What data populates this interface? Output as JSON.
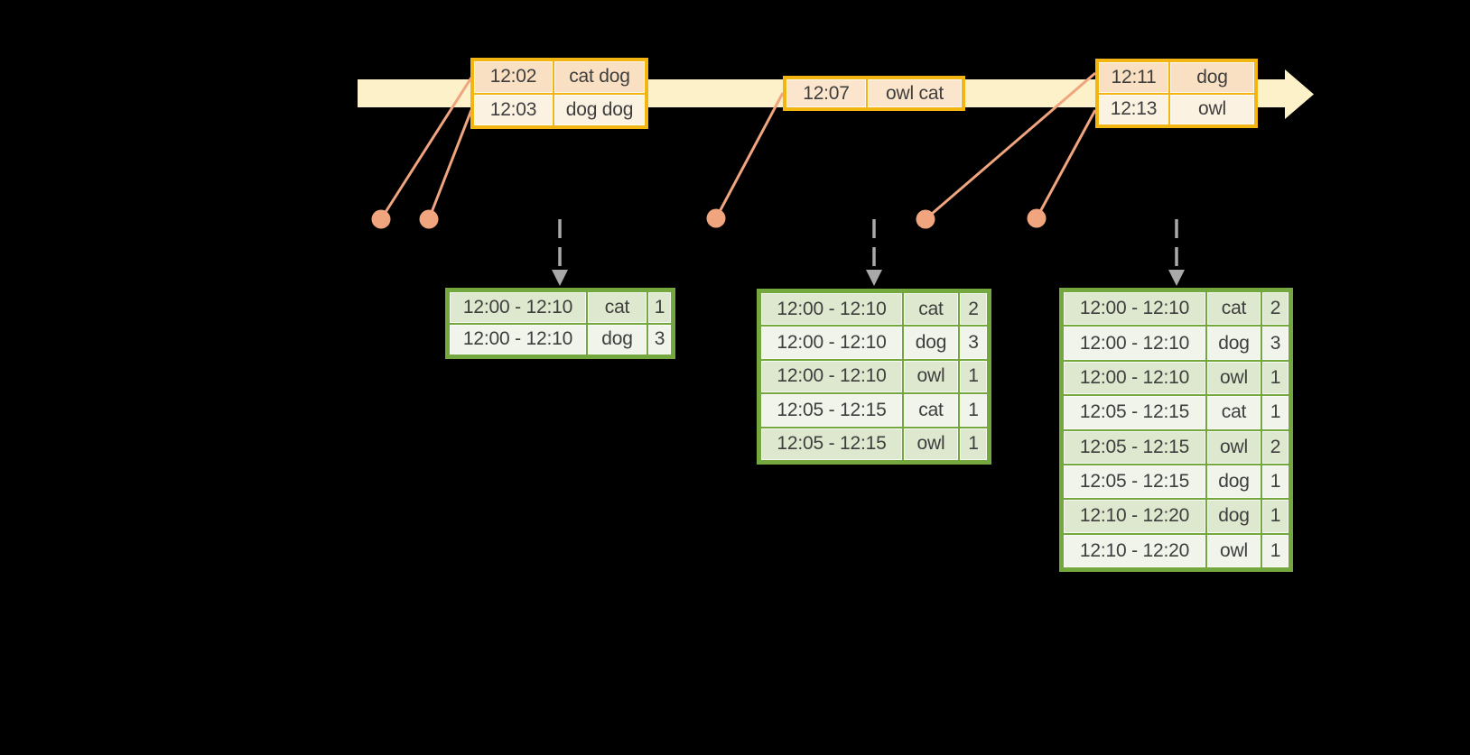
{
  "diagram": {
    "kind": "windowed-grouped-aggregation-timeline",
    "colors": {
      "background": "#000000",
      "timeline_band": "#FCF1C9",
      "event_table_border": "#F2B512",
      "event_row_dark": "#FAE0C2",
      "event_row_light": "#FCF2E2",
      "event_row_single": "#FBE5CC",
      "connector_salmon": "#F0A57E",
      "trigger_arrow_gray": "#A9A9A9",
      "result_table_border": "#74A83E",
      "result_row_dark": "#DEE8CE",
      "result_row_light": "#F0F4EB",
      "cell_text": "#3E3E3E"
    }
  },
  "event_tables": [
    {
      "rows": [
        {
          "time": "12:02",
          "words": "cat dog"
        },
        {
          "time": "12:03",
          "words": "dog dog"
        }
      ]
    },
    {
      "rows": [
        {
          "time": "12:07",
          "words": "owl cat"
        }
      ]
    },
    {
      "rows": [
        {
          "time": "12:11",
          "words": "dog"
        },
        {
          "time": "12:13",
          "words": "owl"
        }
      ]
    }
  ],
  "result_tables": [
    {
      "rows": [
        {
          "window": "12:00 - 12:10",
          "word": "cat",
          "count": "1"
        },
        {
          "window": "12:00 - 12:10",
          "word": "dog",
          "count": "3"
        }
      ]
    },
    {
      "rows": [
        {
          "window": "12:00 - 12:10",
          "word": "cat",
          "count": "2"
        },
        {
          "window": "12:00 - 12:10",
          "word": "dog",
          "count": "3"
        },
        {
          "window": "12:00 - 12:10",
          "word": "owl",
          "count": "1"
        },
        {
          "window": "12:05 - 12:15",
          "word": "cat",
          "count": "1"
        },
        {
          "window": "12:05 - 12:15",
          "word": "owl",
          "count": "1"
        }
      ]
    },
    {
      "rows": [
        {
          "window": "12:00 - 12:10",
          "word": "cat",
          "count": "2"
        },
        {
          "window": "12:00 - 12:10",
          "word": "dog",
          "count": "3"
        },
        {
          "window": "12:00 - 12:10",
          "word": "owl",
          "count": "1"
        },
        {
          "window": "12:05 - 12:15",
          "word": "cat",
          "count": "1"
        },
        {
          "window": "12:05 - 12:15",
          "word": "owl",
          "count": "2"
        },
        {
          "window": "12:05 - 12:15",
          "word": "dog",
          "count": "1"
        },
        {
          "window": "12:10 - 12:20",
          "word": "dog",
          "count": "1"
        },
        {
          "window": "12:10 - 12:20",
          "word": "owl",
          "count": "1"
        }
      ]
    }
  ]
}
